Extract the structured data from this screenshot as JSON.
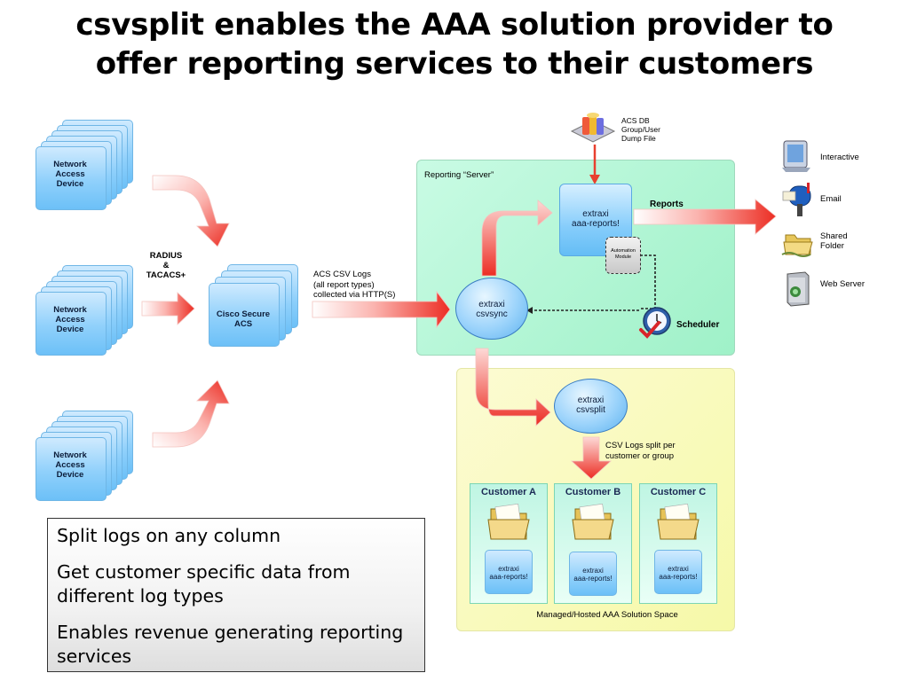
{
  "title": {
    "line1": "csvsplit enables the AAA solution provider to",
    "line2": "offer reporting services to their customers"
  },
  "nad": {
    "line1": "Network",
    "line2": "Access",
    "line3": "Device"
  },
  "radius_label": {
    "line1": "RADIUS",
    "line2": "&",
    "line3": "TACACS+"
  },
  "acs": {
    "line1": "Cisco Secure",
    "line2": "ACS"
  },
  "csv_logs_label": {
    "line1": "ACS CSV Logs",
    "line2": "(all report types)",
    "line3": "collected via HTTP(S)"
  },
  "reporting_server_label": "Reporting “Server”",
  "acs_db_label": {
    "line1": "ACS DB",
    "line2": "Group/User",
    "line3": "Dump File"
  },
  "aaa_reports": {
    "line1": "extraxi",
    "line2": "aaa-reports!"
  },
  "reports_label": "Reports",
  "automation_module": {
    "line1": "Automation",
    "line2": "Module"
  },
  "csvsync": {
    "line1": "extraxi",
    "line2": "csvsync"
  },
  "scheduler_label": "Scheduler",
  "outputs": {
    "interactive": "Interactive",
    "email": "Email",
    "shared_folder_line1": "Shared",
    "shared_folder_line2": "Folder",
    "web_server": "Web Server"
  },
  "csvsplit": {
    "line1": "extraxi",
    "line2": "csvsplit"
  },
  "split_label": {
    "line1": "CSV Logs split per",
    "line2": "customer or group"
  },
  "customers": [
    {
      "name": "Customer A",
      "app_line1": "extraxi",
      "app_line2": "aaa-reports!"
    },
    {
      "name": "Customer B",
      "app_line1": "extraxi",
      "app_line2": "aaa-reports!"
    },
    {
      "name": "Customer C",
      "app_line1": "extraxi",
      "app_line2": "aaa-reports!"
    }
  ],
  "managed_space_label": "Managed/Hosted AAA Solution Space",
  "bullets": [
    "Split logs on any column",
    "Get customer specific data from different log types",
    "Enables revenue generating reporting services"
  ],
  "colors": {
    "green_region": "#a6f5cf",
    "yellow_region": "#fbfdbb",
    "arrow_red": "#f0332a"
  }
}
